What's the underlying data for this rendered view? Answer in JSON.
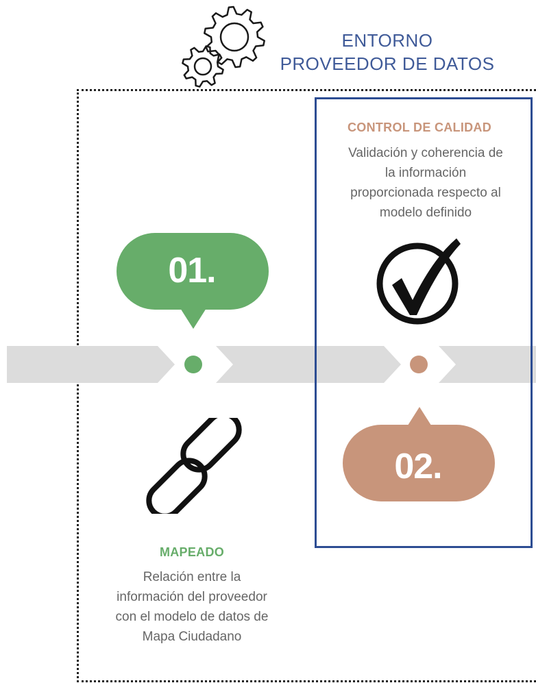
{
  "header": {
    "icon": "gears-icon",
    "line1": "ENTORNO",
    "line2": "PROVEEDOR DE DATOS"
  },
  "colors": {
    "accent_blue": "#3f5a98",
    "frame_blue": "#2d4d93",
    "green": "#67ad6a",
    "copper": "#c8957b",
    "timeline_gray": "#dcdcdc"
  },
  "steps": [
    {
      "number": "01.",
      "title": "MAPEADO",
      "description": [
        "Relación entre la",
        "información del proveedor",
        "con el modelo de datos de",
        "Mapa Ciudadano"
      ],
      "icon": "chain-link-icon"
    },
    {
      "number": "02.",
      "title": "CONTROL DE CALIDAD",
      "description": [
        "Validación y coherencia de",
        "la información",
        "proporcionada respecto al",
        "modelo definido"
      ],
      "icon": "checkmark-circle-icon"
    }
  ]
}
